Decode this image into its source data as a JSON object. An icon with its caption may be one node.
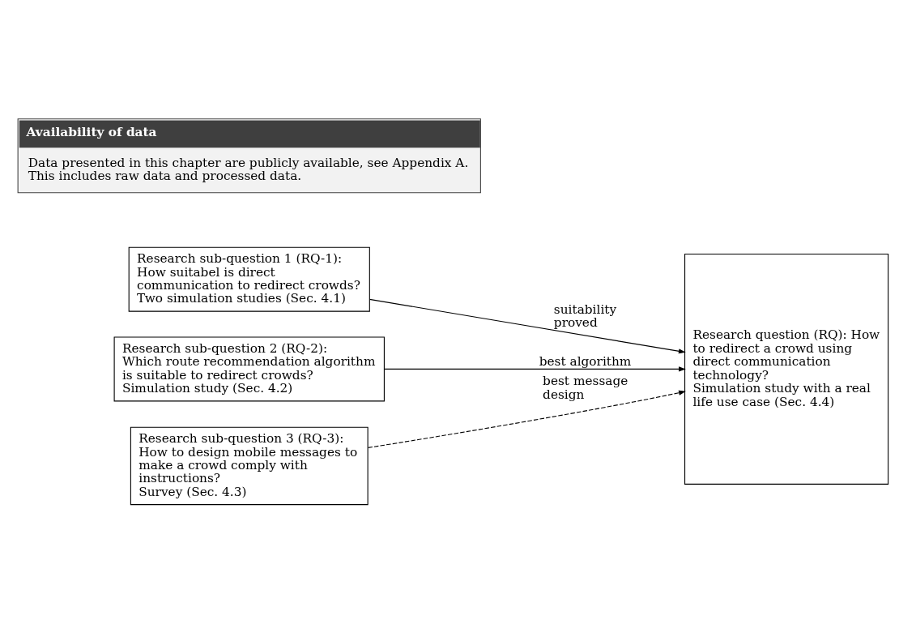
{
  "diagram": {
    "nodes": [
      {
        "text": [
          "Availability of data",
          "Data presented in this chapter are publicly available, see Appendix A. This includes raw data and processed data."
        ]
      },
      {
        "text": [
          "Research sub-question 1 (RQ-1): How suitabel is direct communication to redirect crowds?",
          "Two simulation studies (Sec. 4.1)"
        ]
      },
      {
        "text": [
          "Research sub-question 2 (RQ-2): Which route recommendation algorithm is suitable to redirect crowds?",
          "Simulation study (Sec. 4.2)"
        ]
      },
      {
        "text": [
          "Research sub-question 3 (RQ-3): How to design mobile messages to make a crowd comply with instructions?",
          "Survey (Sec. 4.3)"
        ]
      },
      {
        "text": [
          "Research question (RQ): How to redirect a crowd using direct communication technology?",
          "Simulation study with a real life use case (Sec. 4.4)"
        ]
      }
    ],
    "edges": [
      {
        "from": 1,
        "to": 4,
        "arrow": "to",
        "label": "suitability proved"
      },
      {
        "from": 2,
        "to": 4,
        "arrow": "to",
        "label": "best algorithm"
      },
      {
        "from": 3,
        "to": 4,
        "arrow": "to",
        "label": "best message design",
        "style": "dashed"
      }
    ]
  }
}
